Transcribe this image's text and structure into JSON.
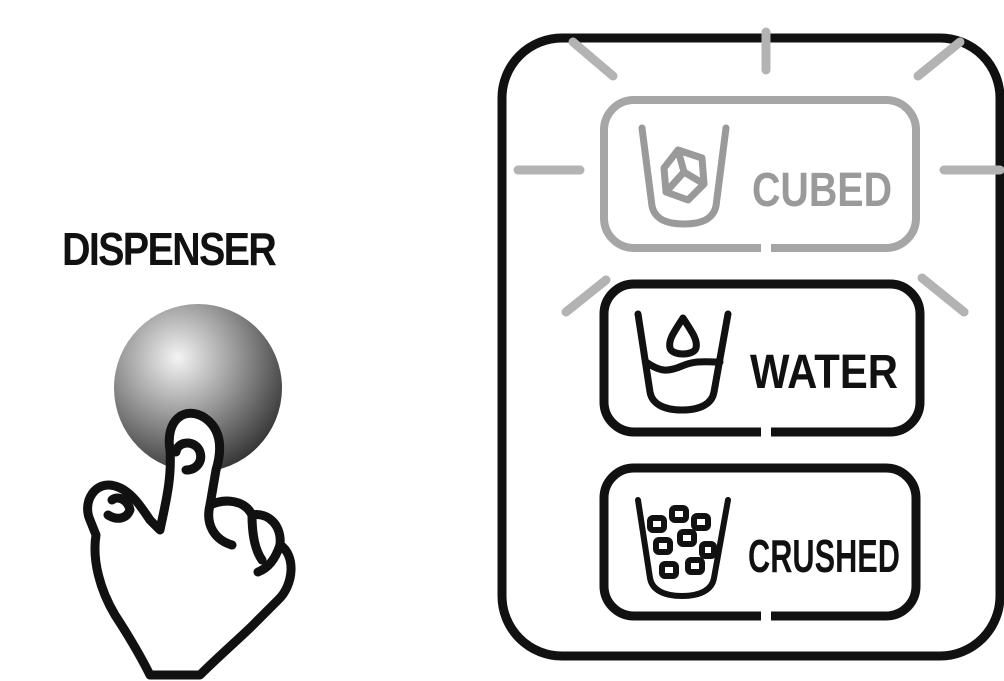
{
  "dispenser": {
    "label": "DISPENSER"
  },
  "panel": {
    "options": [
      {
        "label": "CUBED",
        "icon": "ice-cube-glass-icon",
        "state": "selected"
      },
      {
        "label": "WATER",
        "icon": "water-glass-icon",
        "state": "normal"
      },
      {
        "label": "CRUSHED",
        "icon": "crushed-ice-glass-icon",
        "state": "normal"
      }
    ]
  },
  "colors": {
    "outline": "#111111",
    "highlight": "#9a9a9a",
    "glow": "#bdbdbd"
  }
}
